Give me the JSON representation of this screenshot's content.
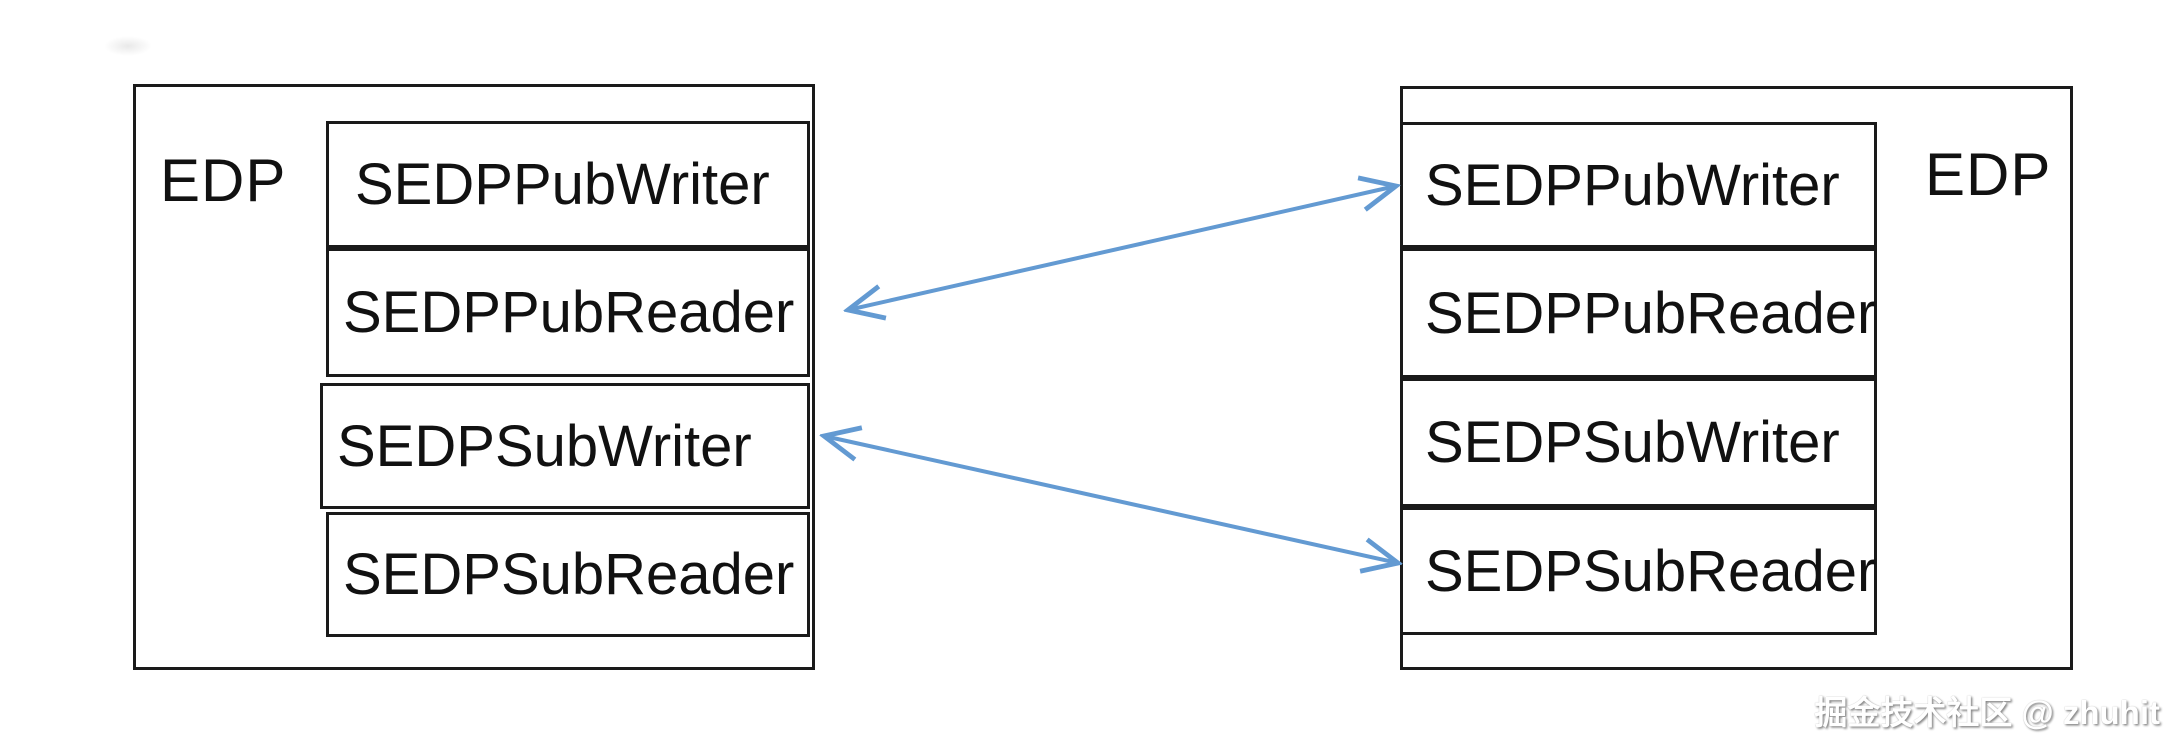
{
  "colors": {
    "border": "#1a1a1a",
    "arrow": "#639ad2",
    "text": "#111111",
    "background": "#ffffff",
    "watermark": "#ffffff"
  },
  "left_panel": {
    "label": "EDP",
    "rows": [
      {
        "label": "SEDPPubWriter"
      },
      {
        "label": "SEDPPubReader"
      },
      {
        "label": "SEDPSubWriter"
      },
      {
        "label": "SEDPSubReader"
      }
    ]
  },
  "right_panel": {
    "label": "EDP",
    "rows": [
      {
        "label": "SEDPPubWriter"
      },
      {
        "label": "SEDPPubReader"
      },
      {
        "label": "SEDPSubWriter"
      },
      {
        "label": "SEDPSubReader"
      }
    ]
  },
  "connections": [
    {
      "from": "left.SEDPPubReader",
      "to": "right.SEDPPubWriter",
      "type": "bidirectional-arrow"
    },
    {
      "from": "left.SEDPSubWriter",
      "to": "right.SEDPSubReader",
      "type": "bidirectional-arrow"
    }
  ],
  "watermark": {
    "text": "掘金技术社区 @ zhuhit"
  }
}
